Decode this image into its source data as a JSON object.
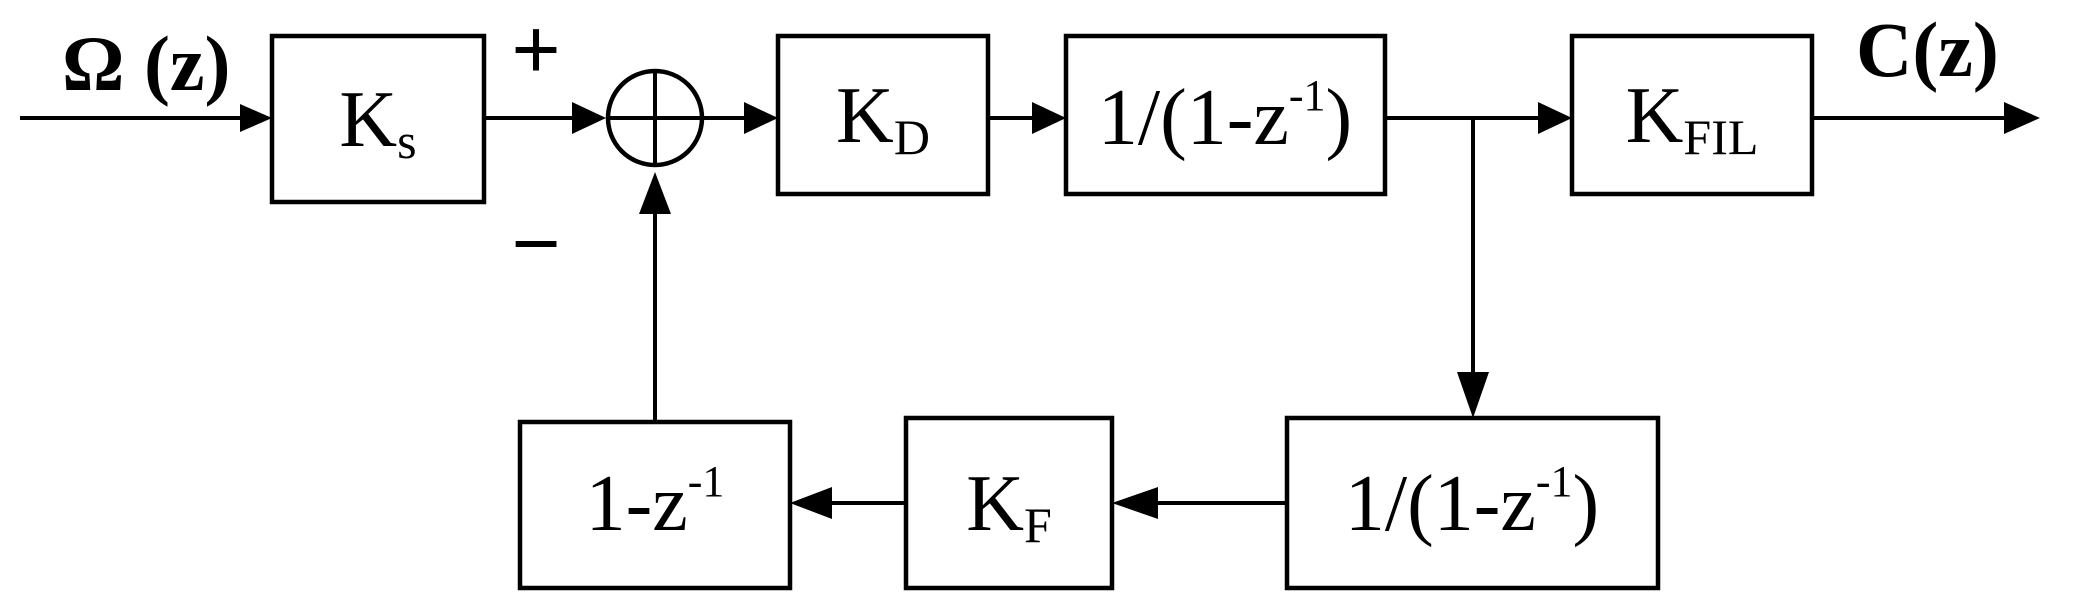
{
  "signals": {
    "input": "Ω (z)",
    "output": "C(z)"
  },
  "summer": {
    "plus": "+",
    "minus": "−"
  },
  "blocks": {
    "ks": {
      "main": "K",
      "sub": "s"
    },
    "kd": {
      "main": "K",
      "sub": "D"
    },
    "integrator1": {
      "pre": "1/(1-z",
      "sup": "-1",
      "post": ")"
    },
    "kfil": {
      "main": "K",
      "sub": "FIL"
    },
    "integrator2": {
      "pre": "1/(1-z",
      "sup": "-1",
      "post": ")"
    },
    "kf": {
      "main": "K",
      "sub": "F"
    },
    "differencer": {
      "pre": "1-z",
      "sup": "-1"
    }
  }
}
